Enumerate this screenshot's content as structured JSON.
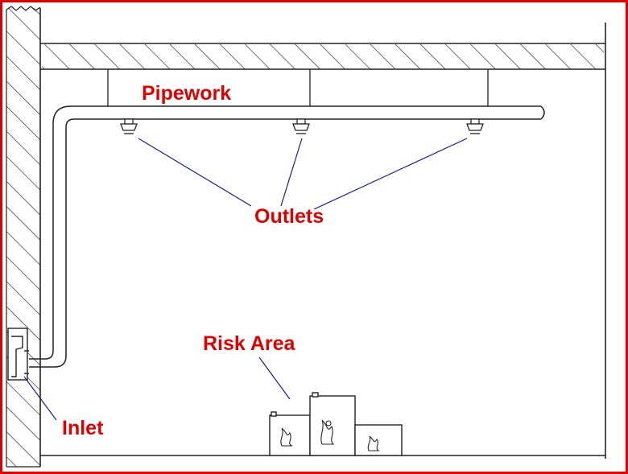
{
  "labels": {
    "pipework": "Pipework",
    "outlets": "Outlets",
    "risk_area": "Risk Area",
    "inlet": "Inlet"
  },
  "colors": {
    "border": "#e00000",
    "label_text": "#e00000",
    "leader_lines": "#1a1aa0",
    "drawing": "#222222"
  }
}
